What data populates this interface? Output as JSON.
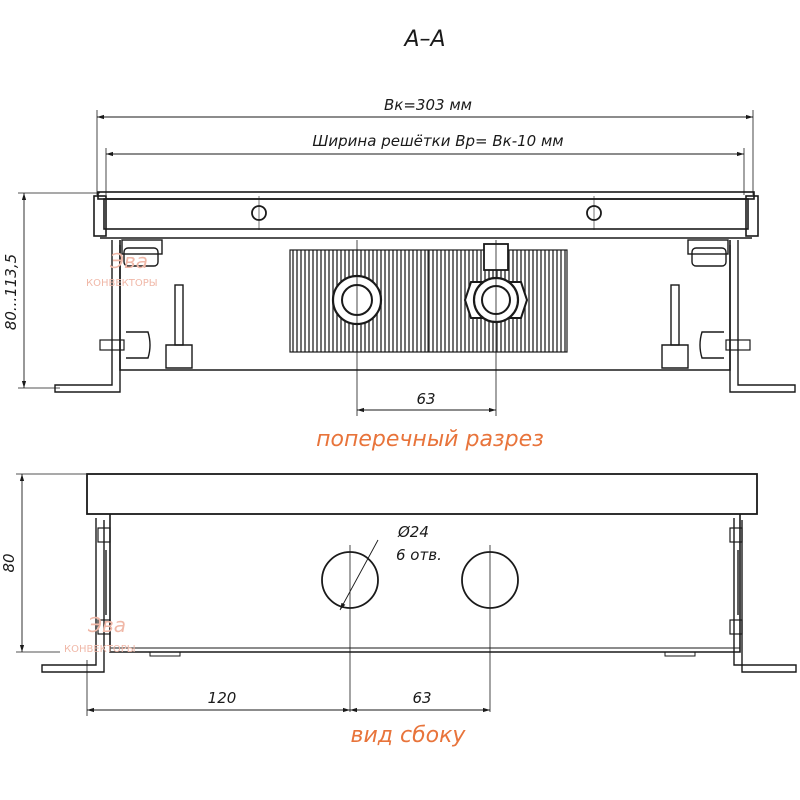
{
  "title": "А–А",
  "top_view": {
    "width_dim": "Bк=303 мм",
    "grille_dim": "Ширина решётки Bр= Bк-10 мм",
    "height_dim": "80...113,5",
    "pipe_spacing_dim": "63",
    "caption": "поперечный разрез"
  },
  "side_view": {
    "height_dim": "80",
    "hole_dim": "Ø24",
    "hole_count": "6 отв.",
    "offset_dim": "120",
    "pipe_spacing_dim": "63",
    "caption": "вид сбоку"
  },
  "watermark": {
    "logo": "Эва",
    "text": "КОНВЕКТОРЫ"
  },
  "colors": {
    "caption": "#e8743b",
    "line": "#1a1a1a",
    "watermark": "#f0b8a8"
  }
}
